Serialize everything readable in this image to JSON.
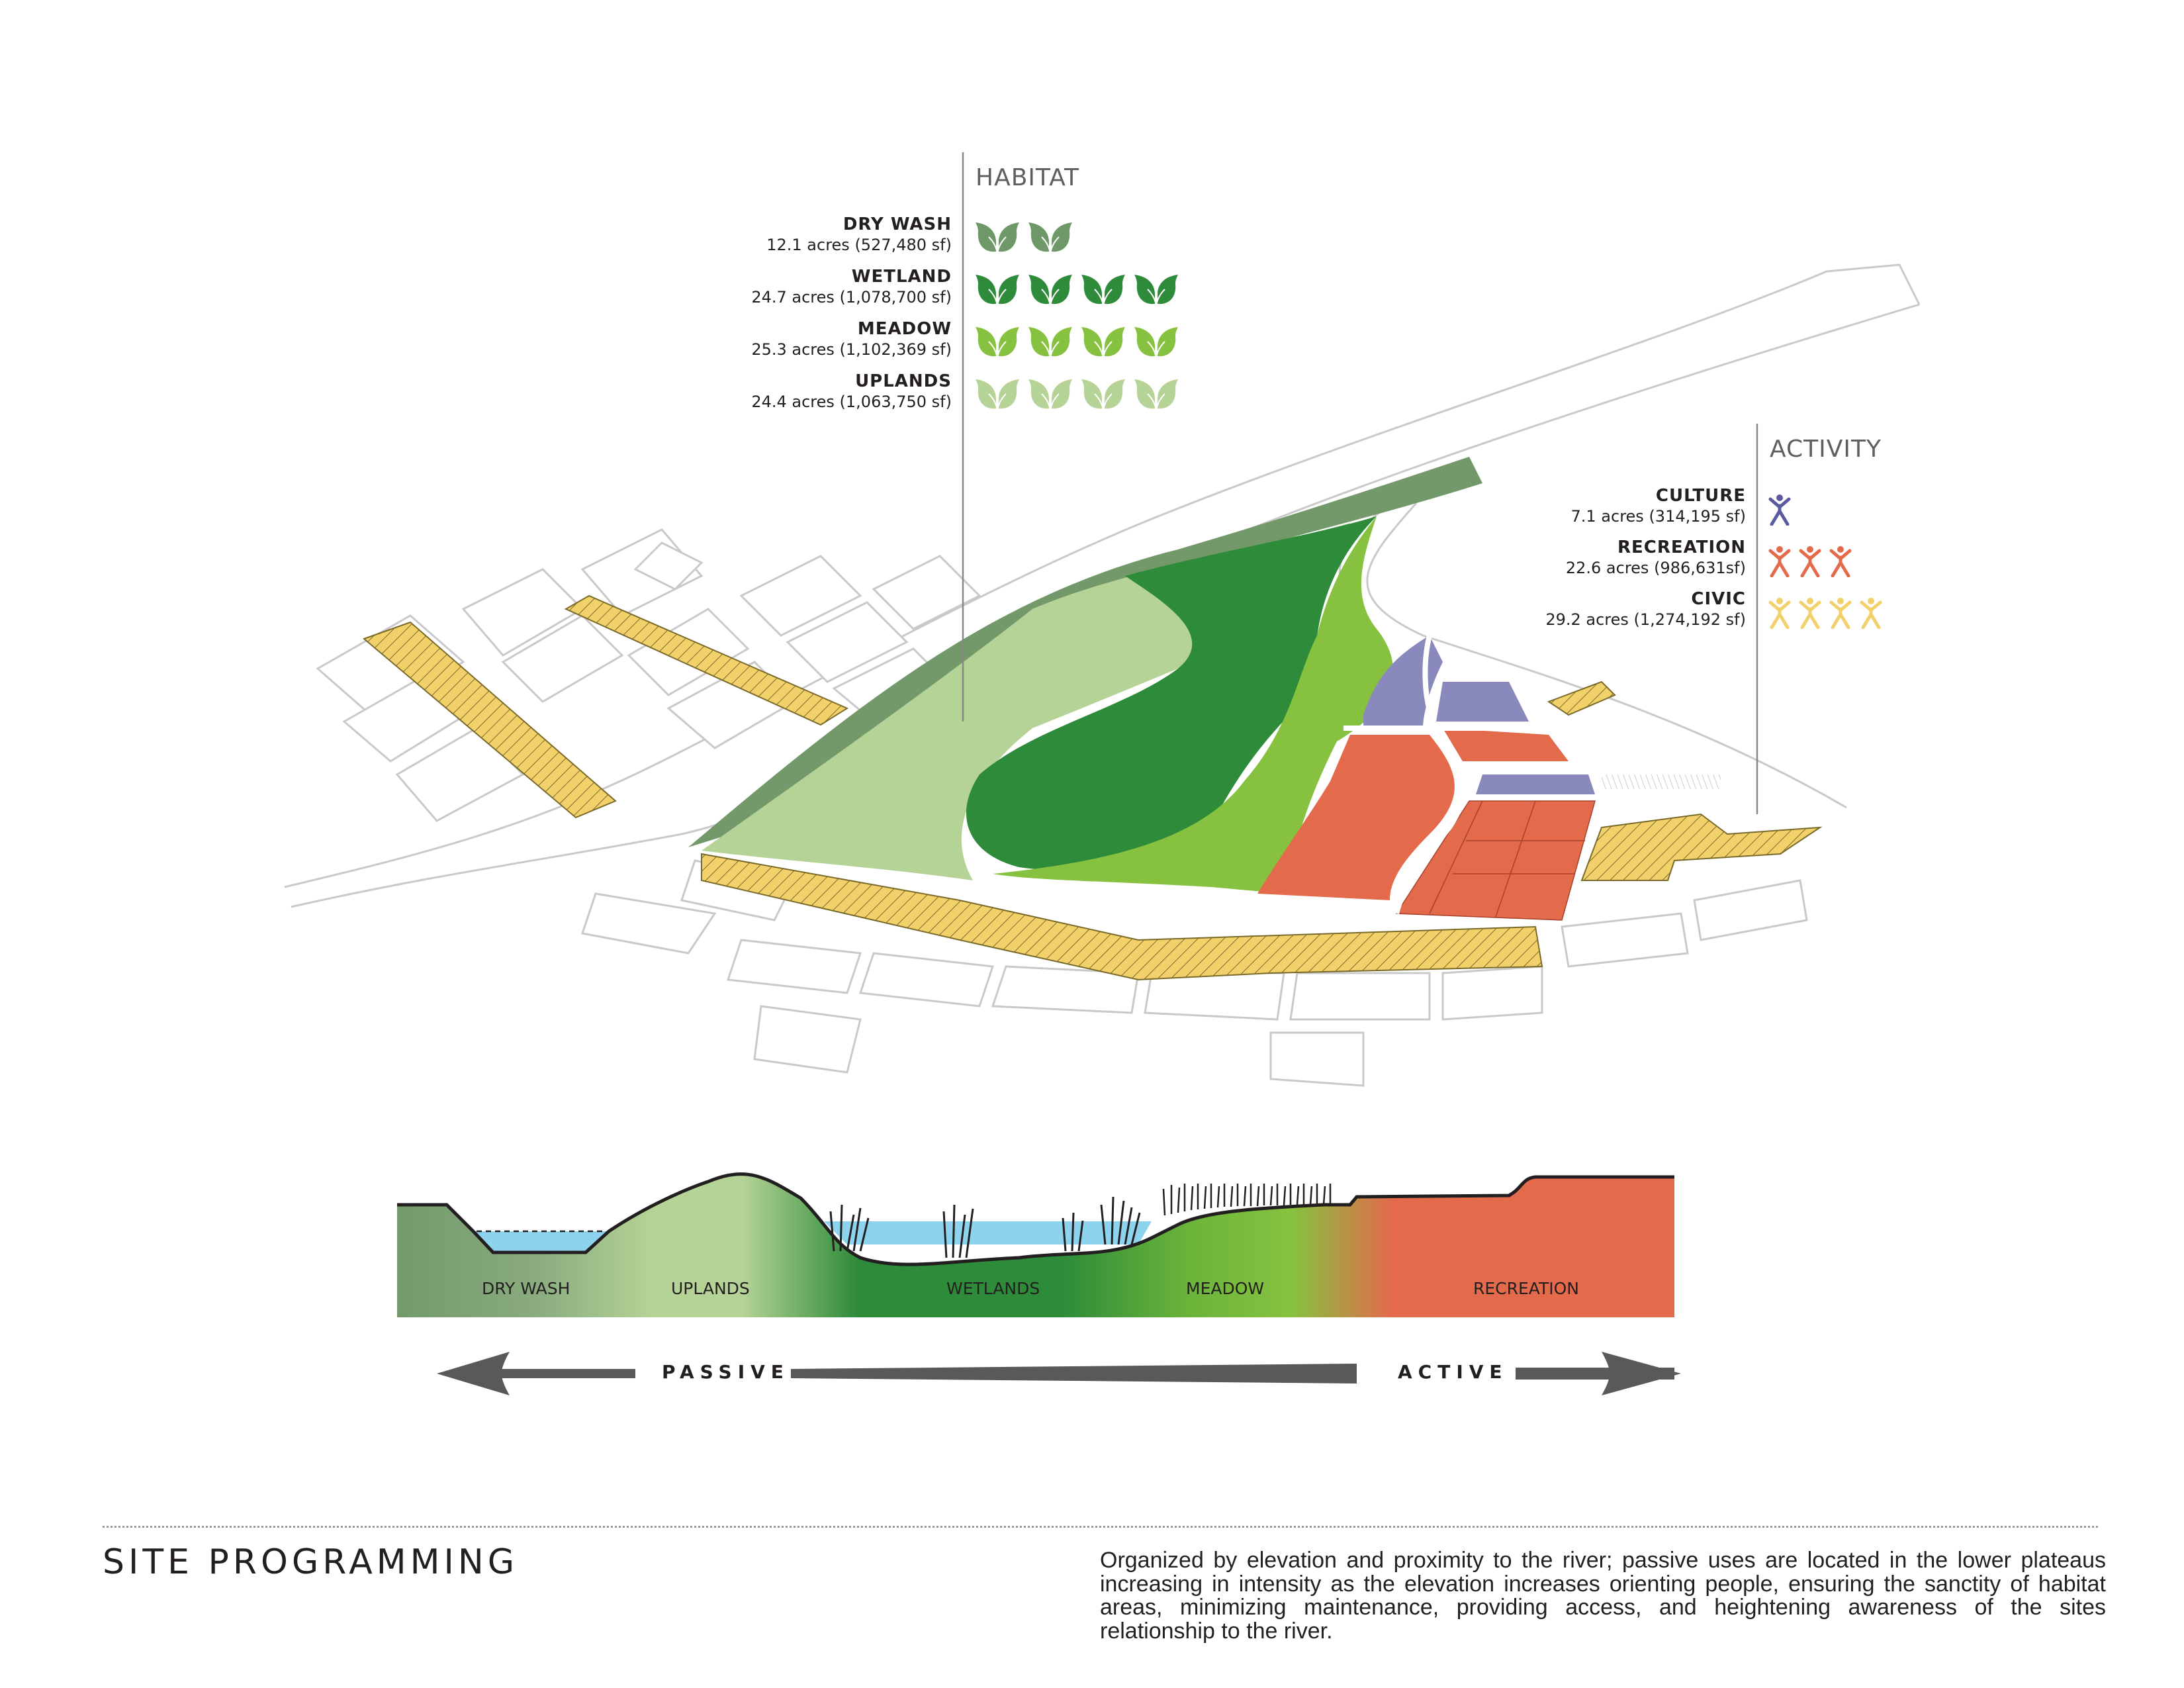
{
  "habitat": {
    "title": "HABITAT",
    "items": [
      {
        "name": "DRY WASH",
        "area": "12.1 acres (527,480 sf)",
        "icon_count": 2,
        "color": "#6e9868",
        "icon": "leaf-icon"
      },
      {
        "name": "WETLAND",
        "area": "24.7 acres (1,078,700 sf)",
        "icon_count": 4,
        "color": "#2e8b3a",
        "icon": "leaf-icon"
      },
      {
        "name": "MEADOW",
        "area": "25.3 acres (1,102,369 sf)",
        "icon_count": 4,
        "color": "#86c23f",
        "icon": "leaf-icon"
      },
      {
        "name": "UPLANDS",
        "area": "24.4 acres (1,063,750 sf)",
        "icon_count": 4,
        "color": "#b5d396",
        "icon": "leaf-icon"
      }
    ]
  },
  "activity": {
    "title": "ACTIVITY",
    "items": [
      {
        "name": "CULTURE",
        "area": "7.1 acres (314,195 sf)",
        "icon_count": 1,
        "color": "#5b5aa0",
        "icon": "person-icon"
      },
      {
        "name": "RECREATION",
        "area": "22.6 acres (986,631sf)",
        "icon_count": 3,
        "color": "#e46a4c",
        "icon": "person-icon"
      },
      {
        "name": "CIVIC",
        "area": "29.2 acres (1,274,192 sf)",
        "icon_count": 4,
        "color": "#f2d16b",
        "icon": "person-icon"
      }
    ]
  },
  "section": {
    "labels": [
      "DRY WASH",
      "UPLANDS",
      "WETLANDS",
      "MEADOW",
      "RECREATION"
    ],
    "colors": [
      "#73996b",
      "#b5d396",
      "#2e8b3a",
      "#86c23f",
      "#e46a4c"
    ]
  },
  "scale": {
    "passive": "PASSIVE",
    "active": "ACTIVE"
  },
  "footer": {
    "title": "SITE PROGRAMMING",
    "description": "Organized by elevation and proximity to the river; passive uses are located in the lower plateaus increasing in intensity as the elevation increases orienting people, ensuring the sanctity of habitat areas, minimizing maintenance, providing access, and heightening awareness of the sites relationship to the river."
  },
  "colors": {
    "dry_wash": "#73996b",
    "wetland": "#2e8b3a",
    "meadow": "#86c23f",
    "uplands": "#b5d396",
    "culture": "#8a89bd",
    "recreation": "#e46a4c",
    "civic": "#f2d16b",
    "water": "#8ed3ee"
  }
}
